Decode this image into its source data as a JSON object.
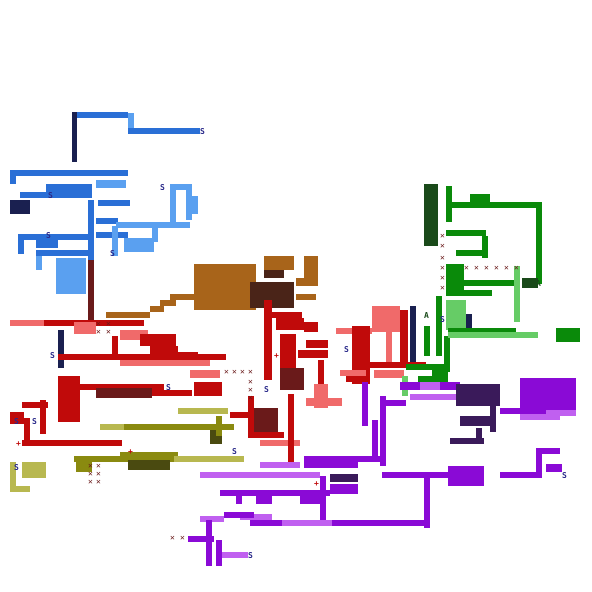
{
  "colors": {
    "background": "#ffffff",
    "blue": "#2a6fd6",
    "light_blue": "#5aa0f0",
    "dark_navy": "#1a2050",
    "brown": "#a8641a",
    "dark_brown": "#4a2418",
    "red": "#c00a0a",
    "pink": "#f06a6a",
    "dark_red": "#6a1a1a",
    "green": "#0a8a0a",
    "light_green": "#66cc66",
    "dark_green": "#1a4a1a",
    "purple": "#8a0ad6",
    "light_purple": "#c060f0",
    "dark_purple": "#3a1a5a",
    "olive": "#8a8a10",
    "light_olive": "#b8b850",
    "dark_olive": "#4a4a10",
    "save_marker": "#2a2a8a"
  },
  "regions": [
    {
      "name": "blue-region",
      "color": "blue"
    },
    {
      "name": "brown-region",
      "color": "brown"
    },
    {
      "name": "red-region",
      "color": "red"
    },
    {
      "name": "green-region",
      "color": "green"
    },
    {
      "name": "purple-region",
      "color": "purple"
    },
    {
      "name": "olive-region",
      "color": "olive"
    }
  ],
  "markers": {
    "save": "S",
    "item": "✕",
    "plus": "+",
    "letter_a": "A"
  }
}
